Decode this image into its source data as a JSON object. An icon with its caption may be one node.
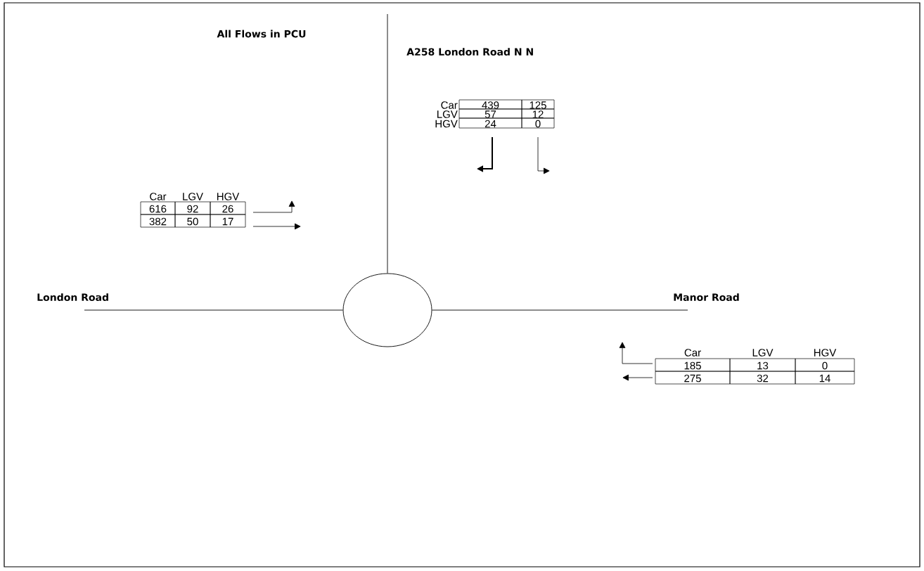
{
  "diagram": {
    "nodes": [
      {
        "text": [],
        "shape": "circle"
      },
      {
        "text": [
          "London Road"
        ]
      },
      {
        "text": [
          "A258 London Road N N"
        ]
      },
      {
        "text": [
          "Manor Road"
        ]
      }
    ],
    "edges": [
      {
        "from": 0,
        "to": null,
        "arrow": "none"
      },
      {
        "from": 0,
        "to": 1,
        "arrow": "none"
      },
      {
        "from": 0,
        "to": 3,
        "arrow": "none"
      }
    ],
    "labels": [
      "All Flows in PCU",
      "Car",
      "439",
      "125",
      "LGV",
      "57",
      "12",
      "HGV",
      "24",
      "0",
      "Car",
      "LGV",
      "HGV",
      "616",
      "92",
      "26",
      "382",
      "50",
      "17",
      "Car",
      "LGV",
      "HGV",
      "185",
      "13",
      "0",
      "275",
      "32",
      "14"
    ]
  }
}
